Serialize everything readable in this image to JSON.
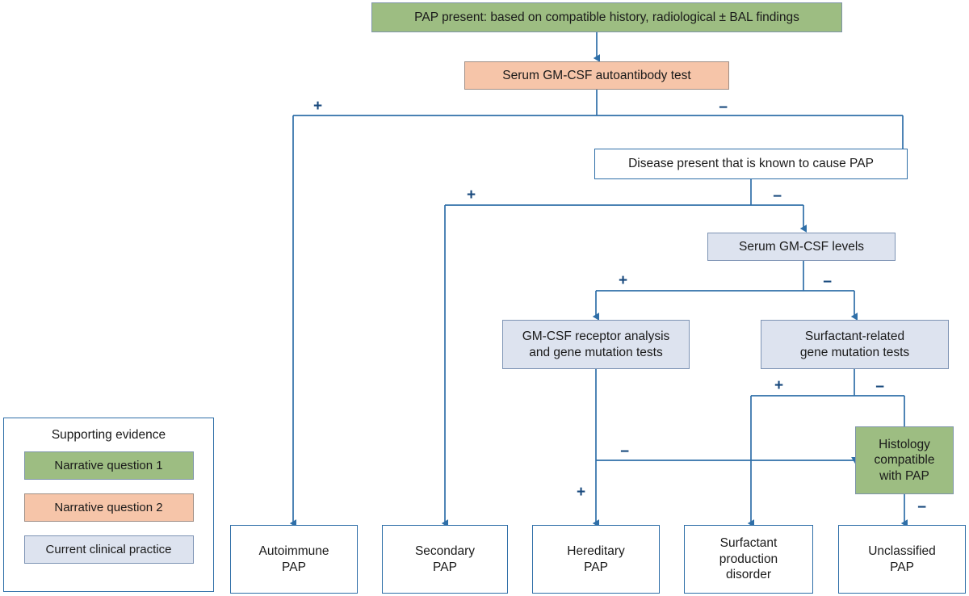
{
  "diagram": {
    "title": "PAP diagnostic algorithm flowchart",
    "colors": {
      "green_fill": "#9dbd82",
      "orange_fill": "#f6c5a9",
      "blue_fill": "#dde3ef",
      "white_fill": "#ffffff",
      "edge_stroke": "#2f6fa8",
      "label_color": "#18497d"
    },
    "nodes": [
      {
        "id": "pap_present",
        "label": "PAP present: based on compatible history, radiological ± BAL findings",
        "style": "green"
      },
      {
        "id": "gmcsf_ab_test",
        "label": "Serum GM-CSF autoantibody test",
        "style": "orange"
      },
      {
        "id": "disease_present",
        "label": "Disease present that is known to cause PAP",
        "style": "white"
      },
      {
        "id": "gmcsf_levels",
        "label": "Serum GM-CSF levels",
        "style": "blue"
      },
      {
        "id": "gmcsf_receptor",
        "label": "GM-CSF receptor analysis\nand gene mutation tests",
        "style": "blue"
      },
      {
        "id": "surfactant_gene",
        "label": "Surfactant-related\ngene mutation tests",
        "style": "blue"
      },
      {
        "id": "histology",
        "label": "Histology\ncompatible\nwith PAP",
        "style": "green"
      },
      {
        "id": "autoimmune_pap",
        "label": "Autoimmune\nPAP",
        "style": "white"
      },
      {
        "id": "secondary_pap",
        "label": "Secondary\nPAP",
        "style": "white"
      },
      {
        "id": "hereditary_pap",
        "label": "Hereditary\nPAP",
        "style": "white"
      },
      {
        "id": "surfactant_disorder",
        "label": "Surfactant\nproduction\ndisorder",
        "style": "white"
      },
      {
        "id": "unclassified_pap",
        "label": "Unclassified\nPAP",
        "style": "white"
      }
    ],
    "edge_labels": [
      {
        "id": "ab_plus",
        "text": "+"
      },
      {
        "id": "ab_minus",
        "text": "−"
      },
      {
        "id": "disease_plus",
        "text": "+"
      },
      {
        "id": "disease_minus",
        "text": "−"
      },
      {
        "id": "levels_plus",
        "text": "+"
      },
      {
        "id": "levels_minus",
        "text": "−"
      },
      {
        "id": "surf_plus",
        "text": "+"
      },
      {
        "id": "surf_minus",
        "text": "−"
      },
      {
        "id": "receptor_minus",
        "text": "−"
      },
      {
        "id": "receptor_plus",
        "text": "+"
      },
      {
        "id": "histology_minus",
        "text": "−"
      }
    ]
  },
  "legend": {
    "title": "Supporting evidence",
    "items": [
      {
        "label": "Narrative question 1",
        "style": "green"
      },
      {
        "label": "Narrative question 2",
        "style": "orange"
      },
      {
        "label": "Current clinical practice",
        "style": "blue"
      }
    ]
  }
}
